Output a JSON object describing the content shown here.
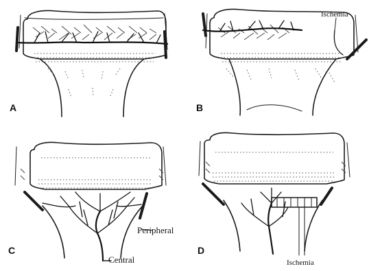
{
  "panels": [
    {
      "id": "A",
      "label": "A"
    },
    {
      "id": "B",
      "label": "B",
      "annotation": "Ischemia"
    },
    {
      "id": "C",
      "label": "C",
      "annotations": {
        "peripheral": "Peripheral",
        "central": "Central"
      }
    },
    {
      "id": "D",
      "label": "D",
      "annotation": "Ischemia"
    }
  ]
}
